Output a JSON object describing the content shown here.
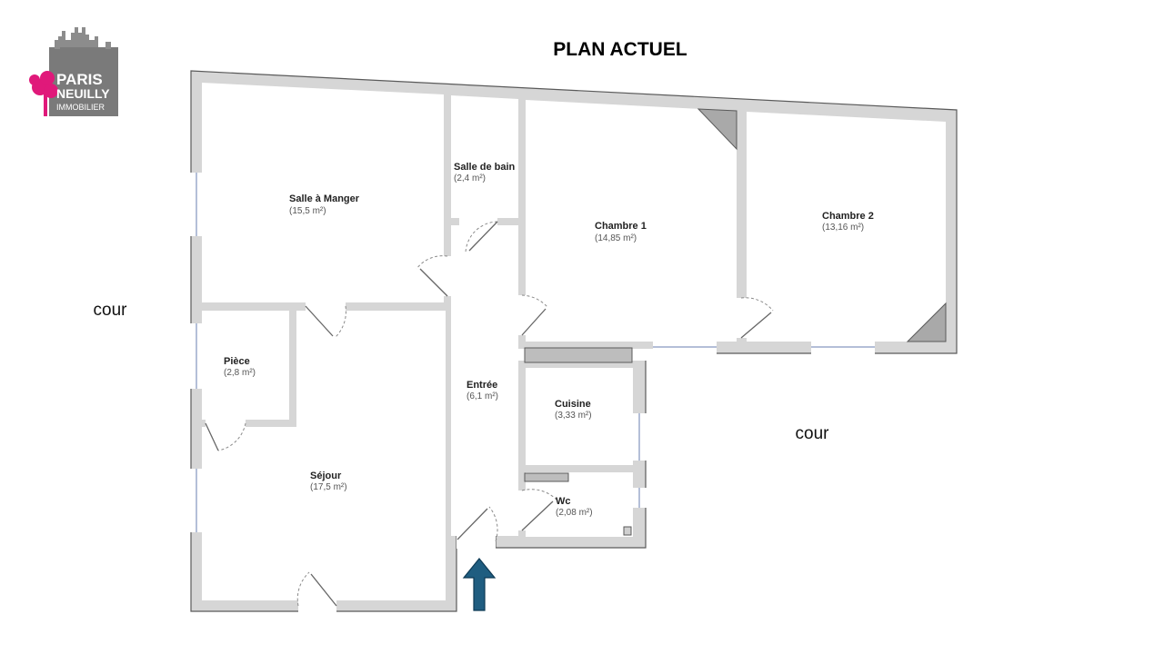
{
  "page": {
    "title": "PLAN ACTUEL"
  },
  "logo": {
    "line1": "PARIS",
    "line2": "NEUILLY",
    "line3": "IMMOBILIER",
    "colors": {
      "background": "#7a7a7a",
      "accent": "#e0197a"
    }
  },
  "outside": {
    "left": "cour",
    "right": "cour"
  },
  "rooms": [
    {
      "id": "salle-a-manger",
      "name": "Salle à Manger",
      "area": "(15,5 m²)"
    },
    {
      "id": "salle-de-bain",
      "name": "Salle de bain",
      "area": "(2,4 m²)"
    },
    {
      "id": "chambre-1",
      "name": "Chambre 1",
      "area": "(14,85 m²)"
    },
    {
      "id": "chambre-2",
      "name": "Chambre 2",
      "area": "(13,16 m²)"
    },
    {
      "id": "piece",
      "name": "Pièce",
      "area": "(2,8 m²)"
    },
    {
      "id": "entree",
      "name": "Entrée",
      "area": "(6,1 m²)"
    },
    {
      "id": "cuisine",
      "name": "Cuisine",
      "area": "(3,33 m²)"
    },
    {
      "id": "sejour",
      "name": "Séjour",
      "area": "(17,5 m²)"
    },
    {
      "id": "wc",
      "name": "Wc",
      "area": "(2,08 m²)"
    }
  ],
  "colors": {
    "wall": "#d6d6d6",
    "wall_outline": "#5a5a5a",
    "entrance_arrow": "#1f5d80"
  },
  "icons": {
    "entrance": "up-arrow-icon"
  }
}
